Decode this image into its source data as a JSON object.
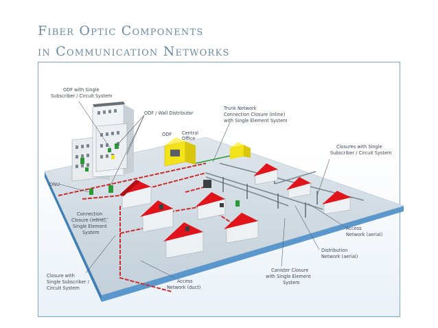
{
  "title": {
    "line1": "Fiber Optic Components",
    "line2": "in Communication Networks"
  },
  "labels": {
    "odf_single_1": "ODF with Single",
    "odf_single_2": "Subscriber / Circuit System",
    "odf_wall": "ODF / Wall Distributor",
    "odf": "ODF",
    "central_1": "Central",
    "central_2": "Office",
    "trunk_1": "Trunk Network",
    "trunk_2": "Connection Closure (inline)",
    "trunk_3": "with Single Element System",
    "closures_1": "Closures with Single",
    "closures_2": "Subscriber / Circuit System",
    "onu": "ONU",
    "conn_1": "Connection",
    "conn_2": "Closure (inline),",
    "conn_3": "Single Element",
    "conn_4": "System",
    "access_aerial_1": "Access",
    "access_aerial_2": "Network (aerial)",
    "dist_1": "Distribution",
    "dist_2": "Network (aerial)",
    "canister_1": "Canister Closure",
    "canister_2": "with Single Element",
    "canister_3": "System",
    "closure_single_1": "Closure with",
    "closure_single_2": "Single Subscriber /",
    "closure_single_3": "Circuit System",
    "access_duct_1": "Access",
    "access_duct_2": "Network (duct)"
  },
  "colors": {
    "title": "#6a8aa3",
    "frame": "#7aa7c8",
    "platform_top": "#cfd9e2",
    "platform_edge": "#5a97cc",
    "roof": "#e0141b",
    "office": "#f2e21a",
    "fiber": "#c92a2a",
    "aerial": "#7c8791",
    "closure": "#2a9a35"
  }
}
